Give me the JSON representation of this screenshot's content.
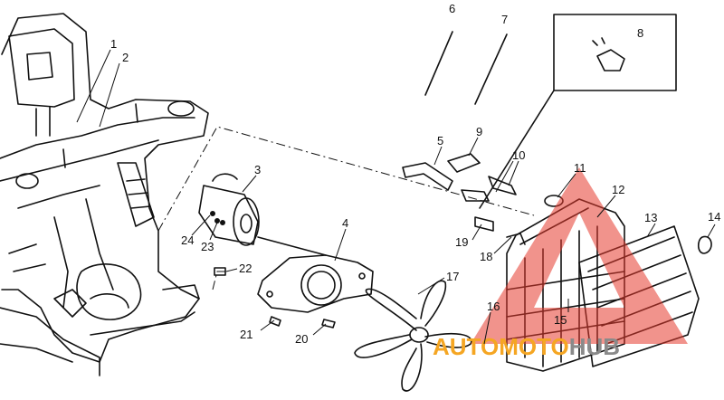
{
  "diagram": {
    "callouts": [
      {
        "id": "1",
        "label": "1"
      },
      {
        "id": "2",
        "label": "2"
      },
      {
        "id": "3",
        "label": "3"
      },
      {
        "id": "4",
        "label": "4"
      },
      {
        "id": "5",
        "label": "5"
      },
      {
        "id": "6",
        "label": "6"
      },
      {
        "id": "7",
        "label": "7"
      },
      {
        "id": "8",
        "label": "8"
      },
      {
        "id": "9",
        "label": "9"
      },
      {
        "id": "10",
        "label": "10"
      },
      {
        "id": "11",
        "label": "11"
      },
      {
        "id": "12",
        "label": "12"
      },
      {
        "id": "13",
        "label": "13"
      },
      {
        "id": "14",
        "label": "14"
      },
      {
        "id": "15",
        "label": "15"
      },
      {
        "id": "16",
        "label": "16"
      },
      {
        "id": "17",
        "label": "17"
      },
      {
        "id": "18",
        "label": "18"
      },
      {
        "id": "19",
        "label": "19"
      },
      {
        "id": "20",
        "label": "20"
      },
      {
        "id": "21",
        "label": "21"
      },
      {
        "id": "22",
        "label": "22"
      },
      {
        "id": "23",
        "label": "23"
      },
      {
        "id": "24",
        "label": "24"
      }
    ]
  },
  "watermark": {
    "part1": "AUTOMOTO",
    "part2": "HUB",
    "color_orange": "#f5a623",
    "color_gray": "#8a8a8a",
    "color_red": "#e63a2e"
  }
}
